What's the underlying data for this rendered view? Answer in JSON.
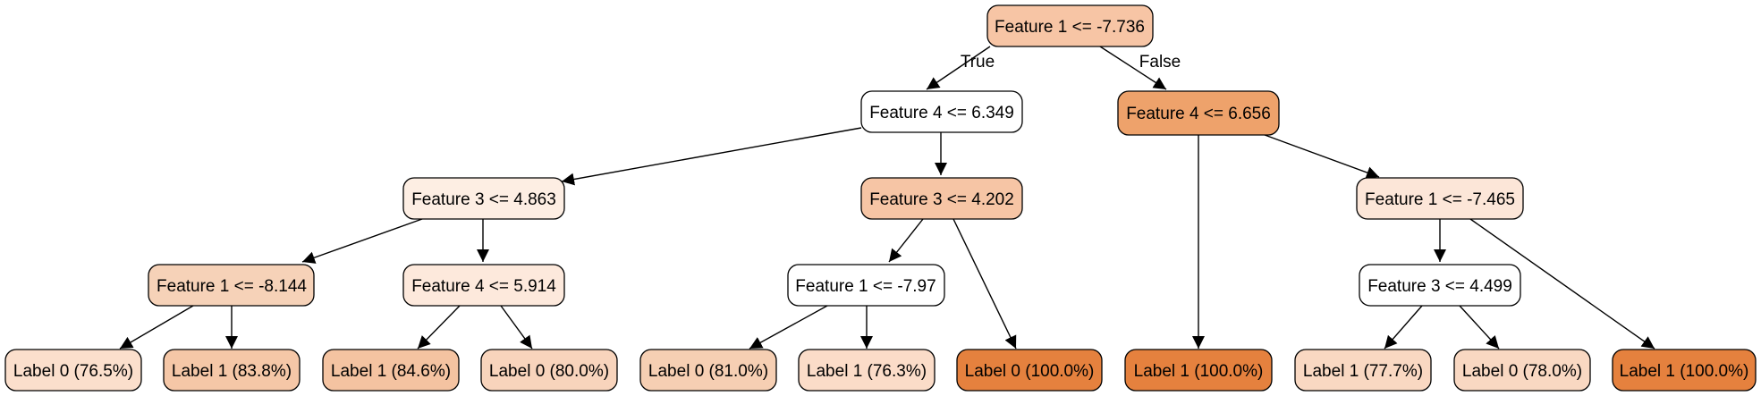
{
  "tree": {
    "edge_labels": {
      "true": "True",
      "false": "False"
    },
    "nodes": {
      "n0": {
        "label": "Feature 1 <= -7.736",
        "color": "#f7c5a5"
      },
      "n1": {
        "label": "Feature 4 <= 6.349",
        "color": "#ffffff"
      },
      "n2": {
        "label": "Feature 4 <= 6.656",
        "color": "#eea26b"
      },
      "n3": {
        "label": "Feature 3 <= 4.863",
        "color": "#fdeee3"
      },
      "n4": {
        "label": "Feature 3 <= 4.202",
        "color": "#f6c5a5"
      },
      "n5": {
        "label": "Feature 1 <= -7.465",
        "color": "#fce6d8"
      },
      "n6": {
        "label": "Feature 1 <= -8.144",
        "color": "#f6d2b8"
      },
      "n7": {
        "label": "Feature 4 <= 5.914",
        "color": "#fde9dc"
      },
      "n8": {
        "label": "Feature 1 <= -7.97",
        "color": "#ffffff"
      },
      "n9": {
        "label": "Feature 3 <= 4.499",
        "color": "#ffffff"
      },
      "l0": {
        "label": "Label 0 (76.5%)",
        "color": "#fbdfcc"
      },
      "l1": {
        "label": "Label 1 (83.8%)",
        "color": "#f5c7a7"
      },
      "l2": {
        "label": "Label 1 (84.6%)",
        "color": "#f4c3a1"
      },
      "l3": {
        "label": "Label 0 (80.0%)",
        "color": "#f8d4bc"
      },
      "l4": {
        "label": "Label 0 (81.0%)",
        "color": "#f6cfb3"
      },
      "l5": {
        "label": "Label 1 (76.3%)",
        "color": "#fbdcc8"
      },
      "l6": {
        "label": "Label 0 (100.0%)",
        "color": "#e5813e"
      },
      "l7": {
        "label": "Label 1 (100.0%)",
        "color": "#e5813e"
      },
      "l8": {
        "label": "Label 1 (77.7%)",
        "color": "#f9d8c2"
      },
      "l9": {
        "label": "Label 0 (78.0%)",
        "color": "#f9d8c2"
      },
      "l10": {
        "label": "Label 1 (100.0%)",
        "color": "#e5813e"
      }
    }
  }
}
